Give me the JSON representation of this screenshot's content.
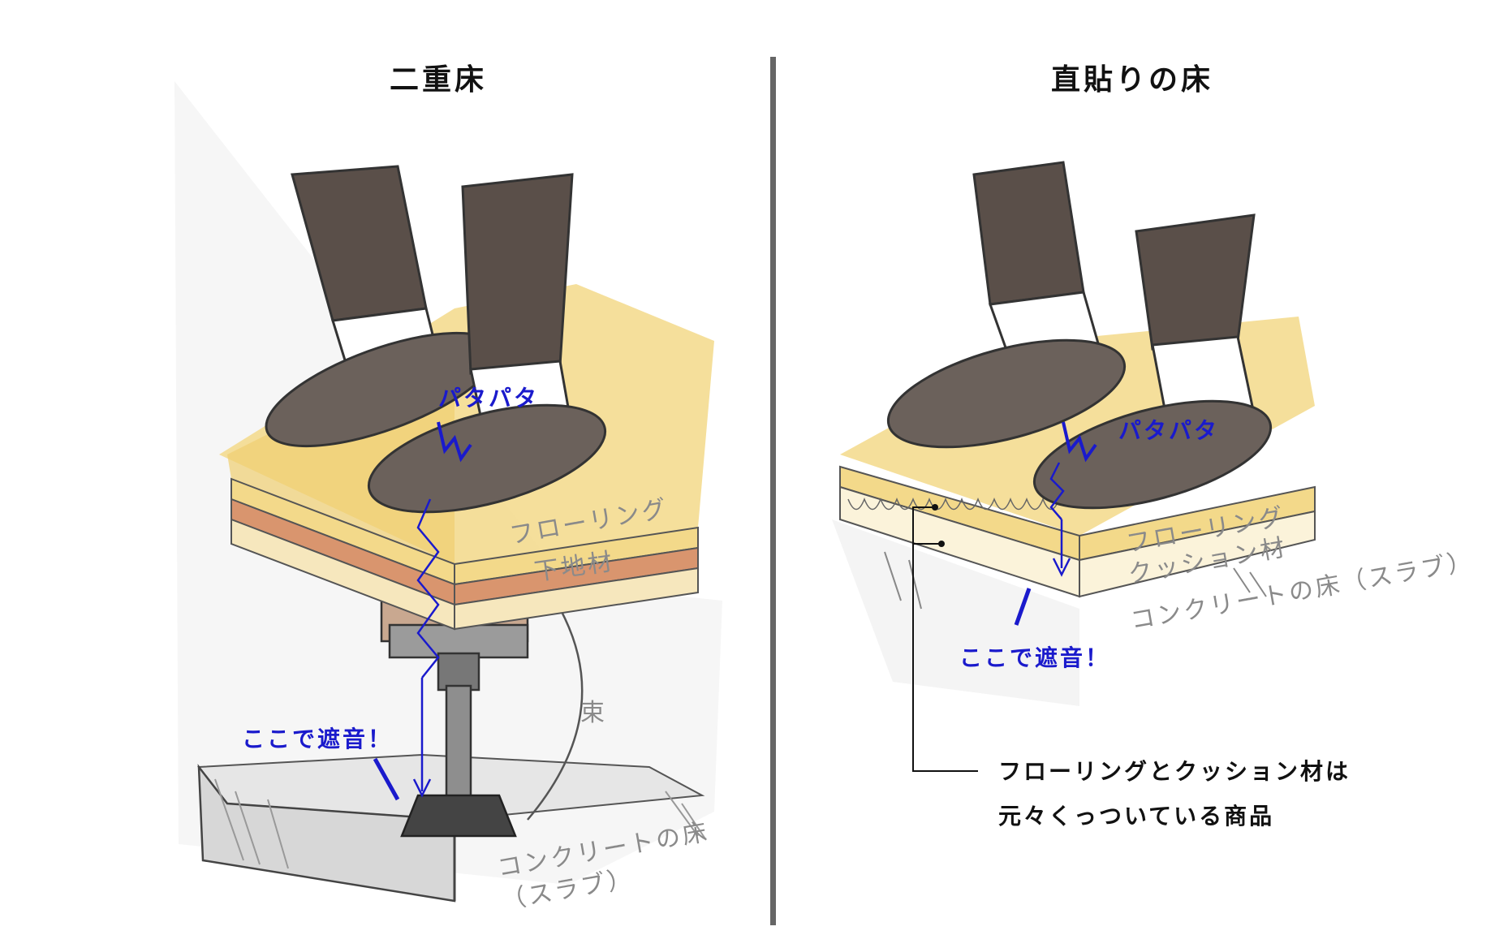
{
  "left_panel": {
    "title": "二重床",
    "sound_label": "パタパタ",
    "soundproof_label": "ここで遮音！",
    "layer_flooring": "フローリング",
    "layer_subfloor": "下地材",
    "support_label": "束",
    "slab_label_line1": "コンクリートの床",
    "slab_label_line2": "（スラブ）"
  },
  "right_panel": {
    "title": "直貼りの床",
    "sound_label": "パタパタ",
    "soundproof_label": "ここで遮音！",
    "layer_flooring": "フローリング",
    "layer_cushion": "クッション材",
    "slab_label": "コンクリートの床（スラブ）",
    "note_line1": "フローリングとクッション材は",
    "note_line2": "元々くっついている商品"
  },
  "colors": {
    "wood": "#f3d98a",
    "subfloor": "#d9956e",
    "pants": "#5a4f49",
    "slipper": "#6b615b",
    "blue": "#1a1acc",
    "label_gray": "#8a8a8a",
    "divider": "#666666"
  }
}
